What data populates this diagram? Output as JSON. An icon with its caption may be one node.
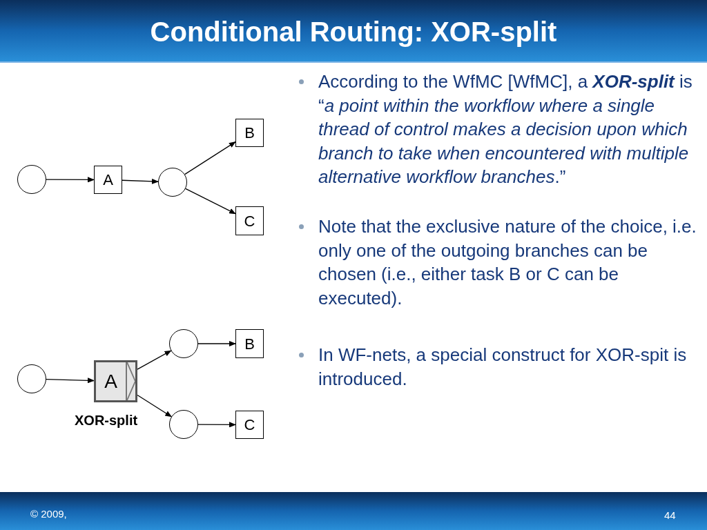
{
  "diagram": {
    "title": "Conditional Routing: XOR-split",
    "nodes": [
      {
        "text": [],
        "shape": "circle"
      },
      {
        "text": [
          "A"
        ]
      },
      {
        "text": [],
        "shape": "circle"
      },
      {
        "text": [
          "B"
        ]
      },
      {
        "text": [
          "C"
        ]
      },
      {
        "text": [],
        "shape": "circle"
      },
      {
        "text": [
          "A"
        ],
        "beside": [
          "XOR-split"
        ]
      },
      {
        "text": [],
        "shape": "circle"
      },
      {
        "text": [
          "B"
        ]
      },
      {
        "text": [],
        "shape": "circle"
      },
      {
        "text": [
          "C"
        ]
      }
    ],
    "edges": [
      {
        "from": 0,
        "to": 1,
        "arrow": "to"
      },
      {
        "from": 1,
        "to": 2,
        "arrow": "to"
      },
      {
        "from": 2,
        "to": 3,
        "arrow": "to"
      },
      {
        "from": 2,
        "to": 4,
        "arrow": "to"
      },
      {
        "from": 5,
        "to": 6,
        "arrow": "to"
      },
      {
        "from": 6,
        "to": 7,
        "arrow": "to"
      },
      {
        "from": 6,
        "to": 9,
        "arrow": "to"
      },
      {
        "from": 7,
        "to": 8,
        "arrow": "to"
      },
      {
        "from": 9,
        "to": 10,
        "arrow": "to"
      }
    ],
    "labels": [
      "According to the WfMC [WfMC], a **XOR-split** is “*a point within the workflow where a single thread of control makes a decision upon which branch to take when encountered with multiple alternative workflow branches*.”",
      "Note that the exclusive nature of the choice, i.e. only one of the outgoing branches can be chosen (i.e., either task B or C can be executed).",
      "In WF-nets, a special construct for XOR-spit is introduced.",
      "© 2009,",
      "44"
    ]
  }
}
